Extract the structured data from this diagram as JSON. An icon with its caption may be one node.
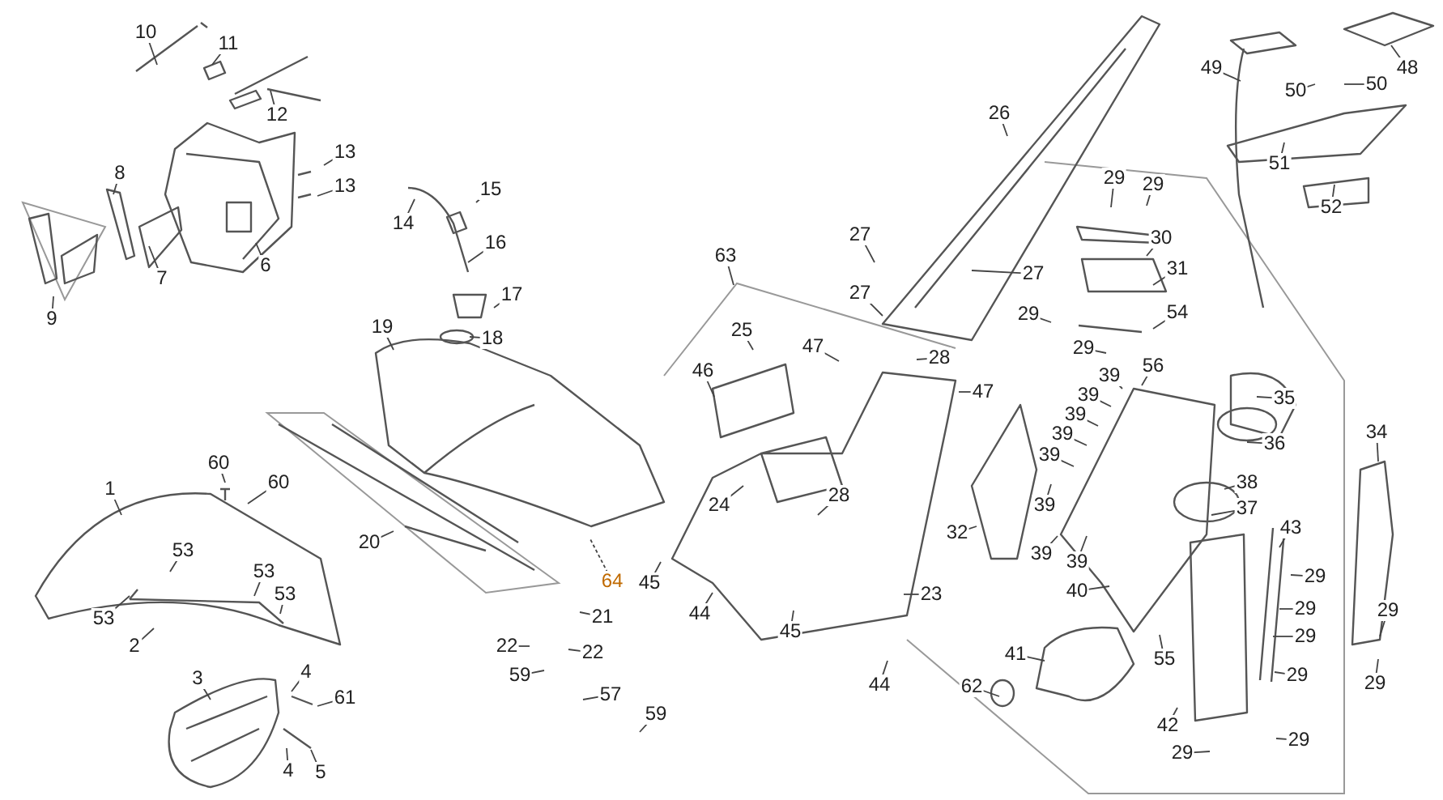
{
  "diagram": {
    "nodes": [
      {
        "text": [
          "10"
        ]
      },
      {
        "text": [
          "11"
        ]
      },
      {
        "text": [
          "12"
        ]
      },
      {
        "text": [
          "13"
        ]
      },
      {
        "text": [
          "13"
        ]
      },
      {
        "text": [
          "8"
        ]
      },
      {
        "text": [
          "7"
        ]
      },
      {
        "text": [
          "6"
        ]
      },
      {
        "text": [
          "9"
        ]
      },
      {
        "text": [
          "14"
        ]
      },
      {
        "text": [
          "15"
        ]
      },
      {
        "text": [
          "16"
        ]
      },
      {
        "text": [
          "17"
        ]
      },
      {
        "text": [
          "18"
        ]
      },
      {
        "text": [
          "19"
        ]
      },
      {
        "text": [
          "26"
        ]
      },
      {
        "text": [
          "27"
        ]
      },
      {
        "text": [
          "27"
        ]
      },
      {
        "text": [
          "27"
        ]
      },
      {
        "text": [
          "63"
        ]
      },
      {
        "text": [
          "25"
        ]
      },
      {
        "text": [
          "46"
        ]
      },
      {
        "text": [
          "47"
        ]
      },
      {
        "text": [
          "28"
        ]
      },
      {
        "text": [
          "47"
        ]
      },
      {
        "text": [
          "29"
        ]
      },
      {
        "text": [
          "29"
        ]
      },
      {
        "text": [
          "30"
        ]
      },
      {
        "text": [
          "31"
        ]
      },
      {
        "text": [
          "29"
        ]
      },
      {
        "text": [
          "54"
        ]
      },
      {
        "text": [
          "29"
        ]
      },
      {
        "text": [
          "39"
        ]
      },
      {
        "text": [
          "56"
        ]
      },
      {
        "text": [
          "35"
        ]
      },
      {
        "text": [
          "49"
        ]
      },
      {
        "text": [
          "48"
        ]
      },
      {
        "text": [
          "50"
        ]
      },
      {
        "text": [
          "50"
        ]
      },
      {
        "text": [
          "51"
        ]
      },
      {
        "text": [
          "52"
        ]
      },
      {
        "text": [
          "39"
        ]
      },
      {
        "text": [
          "39"
        ]
      },
      {
        "text": [
          "39"
        ]
      },
      {
        "text": [
          "39"
        ]
      },
      {
        "text": [
          "36"
        ]
      },
      {
        "text": [
          "38"
        ]
      },
      {
        "text": [
          "37"
        ]
      },
      {
        "text": [
          "39"
        ]
      },
      {
        "text": [
          "39"
        ]
      },
      {
        "text": [
          "39"
        ]
      },
      {
        "text": [
          "32"
        ]
      },
      {
        "text": [
          "43"
        ]
      },
      {
        "text": [
          "40"
        ]
      },
      {
        "text": [
          "29"
        ]
      },
      {
        "text": [
          "29"
        ]
      },
      {
        "text": [
          "29"
        ]
      },
      {
        "text": [
          "29"
        ]
      },
      {
        "text": [
          "41"
        ]
      },
      {
        "text": [
          "55"
        ]
      },
      {
        "text": [
          "42"
        ]
      },
      {
        "text": [
          "29"
        ]
      },
      {
        "text": [
          "29"
        ]
      },
      {
        "text": [
          "62"
        ]
      },
      {
        "text": [
          "34"
        ]
      },
      {
        "text": [
          "29"
        ]
      },
      {
        "text": [
          "29"
        ]
      },
      {
        "text": [
          "23"
        ]
      },
      {
        "text": [
          "24"
        ]
      },
      {
        "text": [
          "28"
        ]
      },
      {
        "text": [
          "45"
        ]
      },
      {
        "text": [
          "44"
        ]
      },
      {
        "text": [
          "45"
        ]
      },
      {
        "text": [
          "44"
        ]
      },
      {
        "text": [
          "64"
        ]
      },
      {
        "text": [
          "21"
        ]
      },
      {
        "text": [
          "22"
        ]
      },
      {
        "text": [
          "22"
        ]
      },
      {
        "text": [
          "59"
        ]
      },
      {
        "text": [
          "57"
        ]
      },
      {
        "text": [
          "59"
        ]
      },
      {
        "text": [
          "20"
        ]
      },
      {
        "text": [
          "60"
        ]
      },
      {
        "text": [
          "60"
        ]
      },
      {
        "text": [
          "1"
        ]
      },
      {
        "text": [
          "53"
        ]
      },
      {
        "text": [
          "53"
        ]
      },
      {
        "text": [
          "53"
        ]
      },
      {
        "text": [
          "53"
        ]
      },
      {
        "text": [
          "2"
        ]
      },
      {
        "text": [
          "3"
        ]
      },
      {
        "text": [
          "4"
        ]
      },
      {
        "text": [
          "61"
        ]
      },
      {
        "text": [
          "4"
        ]
      },
      {
        "text": [
          "5"
        ]
      }
    ],
    "edges": [
      {
        "from": 0,
        "to": null,
        "arrow": "none"
      },
      {
        "from": 1,
        "to": null,
        "arrow": "none"
      },
      {
        "from": 2,
        "to": null,
        "arrow": "none"
      },
      {
        "from": 3,
        "to": null,
        "arrow": "none"
      },
      {
        "from": 4,
        "to": null,
        "arrow": "none"
      },
      {
        "from": 5,
        "to": null,
        "arrow": "none"
      },
      {
        "from": 6,
        "to": null,
        "arrow": "none"
      },
      {
        "from": 7,
        "to": null,
        "arrow": "none"
      },
      {
        "from": 8,
        "to": null,
        "arrow": "none"
      },
      {
        "from": 9,
        "to": null,
        "arrow": "none"
      },
      {
        "from": 10,
        "to": null,
        "arrow": "none"
      },
      {
        "from": 11,
        "to": null,
        "arrow": "none"
      },
      {
        "from": 12,
        "to": null,
        "arrow": "none"
      },
      {
        "from": 13,
        "to": null,
        "arrow": "none"
      },
      {
        "from": 14,
        "to": null,
        "arrow": "none"
      },
      {
        "from": 15,
        "to": null,
        "arrow": "none"
      },
      {
        "from": 16,
        "to": null,
        "arrow": "none"
      },
      {
        "from": 17,
        "to": null,
        "arrow": "none"
      },
      {
        "from": 18,
        "to": null,
        "arrow": "none"
      },
      {
        "from": 19,
        "to": null,
        "arrow": "none"
      },
      {
        "from": 20,
        "to": null,
        "arrow": "none"
      },
      {
        "from": 21,
        "to": null,
        "arrow": "none"
      },
      {
        "from": 22,
        "to": null,
        "arrow": "none"
      },
      {
        "from": 23,
        "to": null,
        "arrow": "none"
      },
      {
        "from": 24,
        "to": null,
        "arrow": "none"
      },
      {
        "from": 25,
        "to": null,
        "arrow": "none"
      },
      {
        "from": 26,
        "to": null,
        "arrow": "none"
      },
      {
        "from": 27,
        "to": null,
        "arrow": "none"
      },
      {
        "from": 28,
        "to": null,
        "arrow": "none"
      },
      {
        "from": 29,
        "to": null,
        "arrow": "none"
      },
      {
        "from": 30,
        "to": null,
        "arrow": "none"
      },
      {
        "from": 31,
        "to": null,
        "arrow": "none"
      },
      {
        "from": 32,
        "to": null,
        "arrow": "none"
      },
      {
        "from": 33,
        "to": null,
        "arrow": "none"
      },
      {
        "from": 34,
        "to": null,
        "arrow": "none"
      },
      {
        "from": 35,
        "to": null,
        "arrow": "none"
      },
      {
        "from": 36,
        "to": null,
        "arrow": "none"
      },
      {
        "from": 37,
        "to": null,
        "arrow": "none"
      },
      {
        "from": 38,
        "to": null,
        "arrow": "none"
      },
      {
        "from": 39,
        "to": null,
        "arrow": "none"
      },
      {
        "from": 40,
        "to": null,
        "arrow": "none"
      },
      {
        "from": 41,
        "to": null,
        "arrow": "none"
      },
      {
        "from": 42,
        "to": null,
        "arrow": "none"
      },
      {
        "from": 43,
        "to": null,
        "arrow": "none"
      },
      {
        "from": 44,
        "to": null,
        "arrow": "none"
      },
      {
        "from": 45,
        "to": null,
        "arrow": "none"
      },
      {
        "from": 46,
        "to": null,
        "arrow": "none"
      },
      {
        "from": 47,
        "to": null,
        "arrow": "none"
      },
      {
        "from": 48,
        "to": null,
        "arrow": "none"
      },
      {
        "from": 49,
        "to": null,
        "arrow": "none"
      },
      {
        "from": 50,
        "to": null,
        "arrow": "none"
      },
      {
        "from": 51,
        "to": null,
        "arrow": "none"
      },
      {
        "from": 52,
        "to": null,
        "arrow": "none"
      },
      {
        "from": 53,
        "to": null,
        "arrow": "none"
      },
      {
        "from": 54,
        "to": null,
        "arrow": "none"
      },
      {
        "from": 55,
        "to": null,
        "arrow": "none"
      },
      {
        "from": 56,
        "to": null,
        "arrow": "none"
      },
      {
        "from": 57,
        "to": null,
        "arrow": "none"
      },
      {
        "from": 58,
        "to": null,
        "arrow": "none"
      },
      {
        "from": 59,
        "to": null,
        "arrow": "none"
      },
      {
        "from": 60,
        "to": null,
        "arrow": "none"
      },
      {
        "from": 61,
        "to": null,
        "arrow": "none"
      },
      {
        "from": 62,
        "to": null,
        "arrow": "none"
      },
      {
        "from": 63,
        "to": null,
        "arrow": "none"
      },
      {
        "from": 64,
        "to": null,
        "arrow": "none"
      },
      {
        "from": 65,
        "to": null,
        "arrow": "none"
      },
      {
        "from": 66,
        "to": null,
        "arrow": "none"
      },
      {
        "from": 67,
        "to": null,
        "arrow": "none"
      },
      {
        "from": 68,
        "to": null,
        "arrow": "none"
      },
      {
        "from": 69,
        "to": null,
        "arrow": "none"
      },
      {
        "from": 70,
        "to": null,
        "arrow": "none"
      },
      {
        "from": 71,
        "to": null,
        "arrow": "none"
      },
      {
        "from": 72,
        "to": null,
        "arrow": "none"
      },
      {
        "from": 73,
        "to": null,
        "arrow": "none"
      },
      {
        "from": 74,
        "to": null,
        "arrow": "none",
        "style": "dashed"
      },
      {
        "from": 75,
        "to": null,
        "arrow": "none"
      },
      {
        "from": 76,
        "to": null,
        "arrow": "none"
      },
      {
        "from": 77,
        "to": null,
        "arrow": "none"
      },
      {
        "from": 78,
        "to": null,
        "arrow": "none"
      },
      {
        "from": 79,
        "to": null,
        "arrow": "none"
      },
      {
        "from": 80,
        "to": null,
        "arrow": "none"
      },
      {
        "from": 81,
        "to": null,
        "arrow": "none"
      },
      {
        "from": 82,
        "to": null,
        "arrow": "none"
      },
      {
        "from": 83,
        "to": null,
        "arrow": "none"
      },
      {
        "from": 84,
        "to": null,
        "arrow": "none"
      },
      {
        "from": 85,
        "to": null,
        "arrow": "none"
      },
      {
        "from": 86,
        "to": null,
        "arrow": "none"
      },
      {
        "from": 87,
        "to": null,
        "arrow": "none"
      },
      {
        "from": 88,
        "to": null,
        "arrow": "none"
      },
      {
        "from": 89,
        "to": null,
        "arrow": "none"
      },
      {
        "from": 90,
        "to": null,
        "arrow": "none"
      },
      {
        "from": 91,
        "to": null,
        "arrow": "none"
      },
      {
        "from": 92,
        "to": null,
        "arrow": "none"
      },
      {
        "from": 93,
        "to": null,
        "arrow": "none"
      },
      {
        "from": 94,
        "to": null,
        "arrow": "none"
      }
    ]
  }
}
